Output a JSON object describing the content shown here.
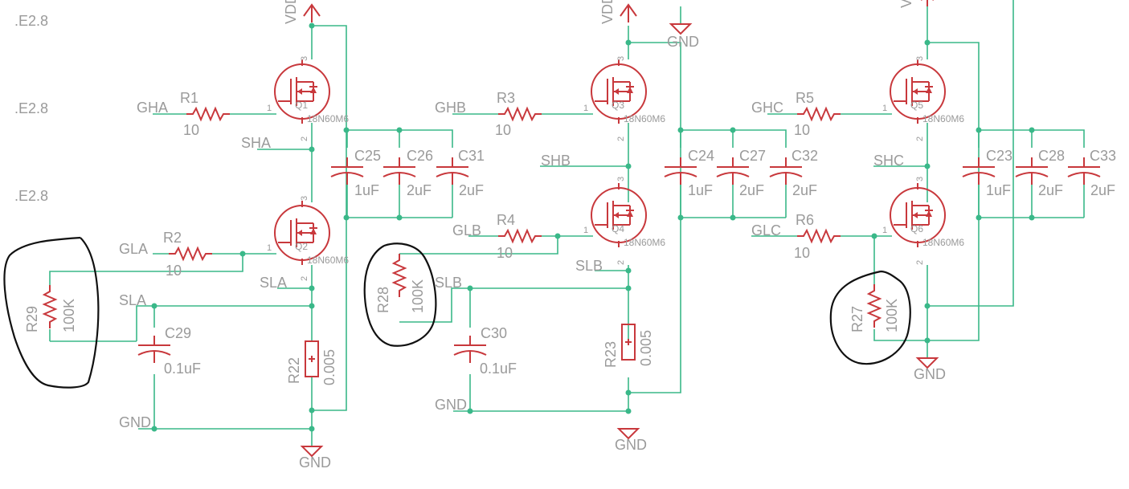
{
  "sheet": {
    "frame_labels": [
      ".E2.8",
      ".E2.8",
      ".E2.8"
    ]
  },
  "nets": {
    "vdd": "VDD",
    "gnd": "GND",
    "gha": "GHA",
    "gla": "GLA",
    "sha": "SHA",
    "sla": "SLA",
    "ghb": "GHB",
    "glb": "GLB",
    "shb": "SHB",
    "slb": "SLB",
    "ghc": "GHC",
    "glc": "GLC",
    "shc": "SHC"
  },
  "mosfets": {
    "part": "18N60M6",
    "names": [
      "Q1",
      "Q2",
      "Q3",
      "Q4",
      "Q5",
      "Q6"
    ],
    "pins": [
      "1",
      "2",
      "3"
    ]
  },
  "resistors": {
    "R1": {
      "name": "R1",
      "value": "10"
    },
    "R2": {
      "name": "R2",
      "value": "10"
    },
    "R3": {
      "name": "R3",
      "value": "10"
    },
    "R4": {
      "name": "R4",
      "value": "10"
    },
    "R5": {
      "name": "R5",
      "value": "10"
    },
    "R6": {
      "name": "R6",
      "value": "10"
    },
    "R27": {
      "name": "R27",
      "value": "100K"
    },
    "R28": {
      "name": "R28",
      "value": "100K"
    },
    "R29": {
      "name": "R29",
      "value": "100K"
    },
    "R22": {
      "name": "R22",
      "value": "0.005"
    },
    "R23": {
      "name": "R23",
      "value": "0.005"
    }
  },
  "capacitors": {
    "C23": {
      "name": "C23",
      "value": "1uF"
    },
    "C24": {
      "name": "C24",
      "value": "1uF"
    },
    "C25": {
      "name": "C25",
      "value": "1uF"
    },
    "C26": {
      "name": "C26",
      "value": "2uF"
    },
    "C27": {
      "name": "C27",
      "value": "2uF"
    },
    "C28": {
      "name": "C28",
      "value": "2uF"
    },
    "C31": {
      "name": "C31",
      "value": "2uF"
    },
    "C32": {
      "name": "C32",
      "value": "2uF"
    },
    "C33": {
      "name": "C33",
      "value": "2uF"
    },
    "C29": {
      "name": "C29",
      "value": "0.1uF"
    },
    "C30": {
      "name": "C30",
      "value": "0.1uF"
    }
  },
  "colors": {
    "wire": "#3ab889",
    "part": "#c8383c",
    "text": "#9a9a9a",
    "annotation": "#111111"
  }
}
